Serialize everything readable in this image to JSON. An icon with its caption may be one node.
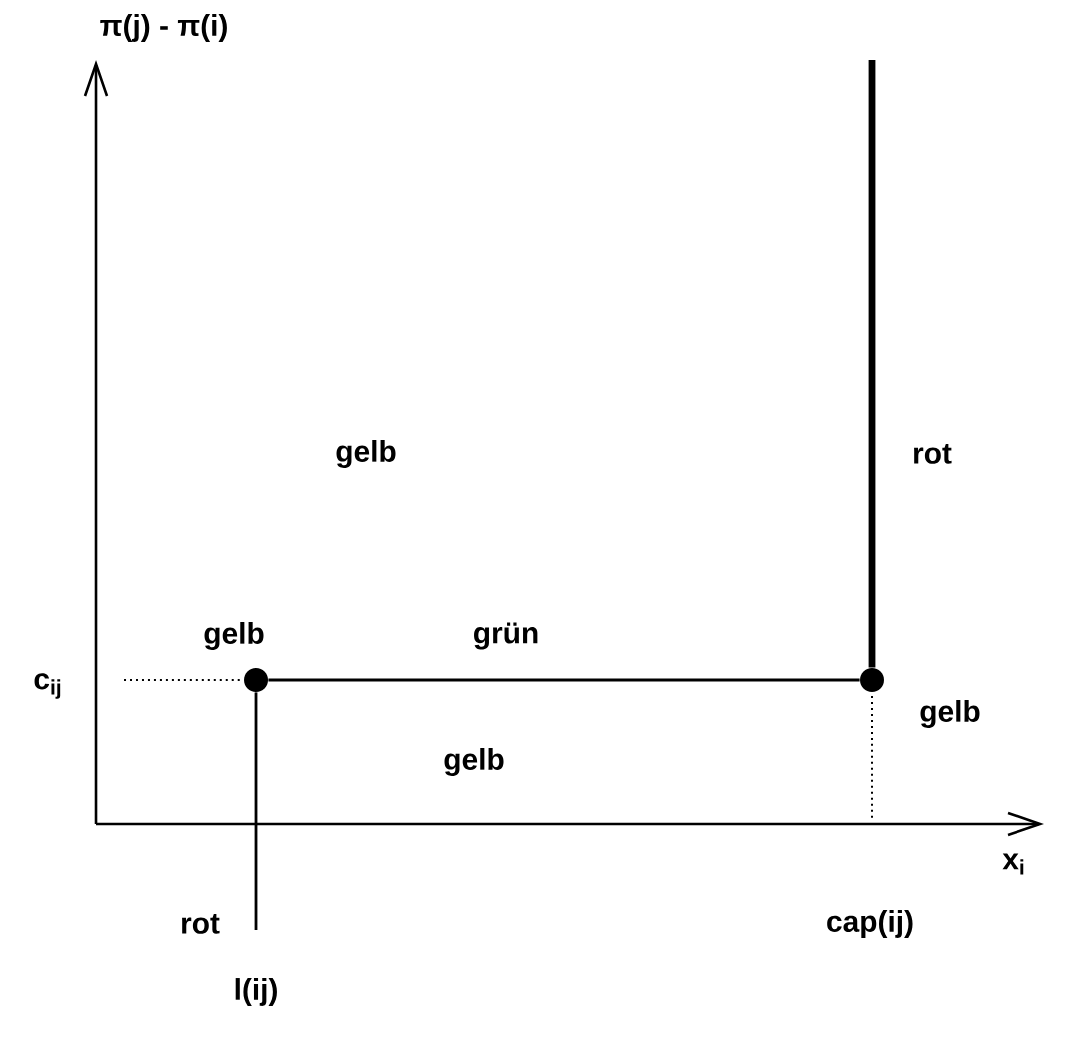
{
  "diagram": {
    "nodes": [
      {
        "text": [],
        "shape": "circle"
      },
      {
        "text": [],
        "shape": "circle"
      }
    ],
    "edges": [
      {
        "from": 0,
        "to": 1,
        "arrow": "none"
      },
      {
        "from": 0,
        "to": null,
        "arrow": "none"
      },
      {
        "from": 1,
        "to": null,
        "arrow": "none",
        "style": "thick"
      }
    ],
    "labels": [
      "π(j) - π(i)",
      "gelb",
      "rot",
      "gelb",
      "grün",
      "c$_{ij}$",
      "gelb",
      "gelb",
      "x$_{i}$",
      "rot",
      "cap(ij)",
      "l(ij)"
    ]
  }
}
